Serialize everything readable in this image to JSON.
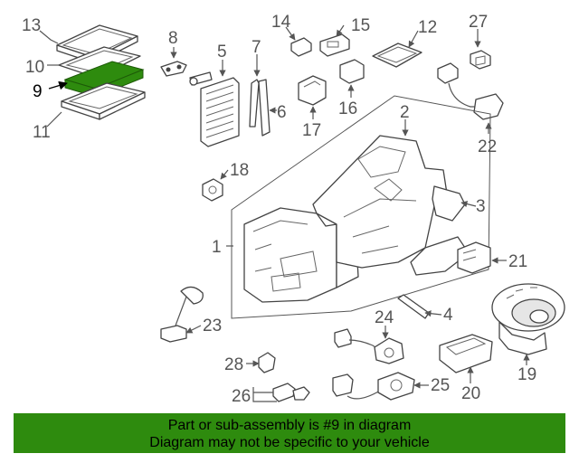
{
  "callouts": [
    "1",
    "2",
    "3",
    "4",
    "5",
    "6",
    "7",
    "8",
    "9",
    "10",
    "11",
    "12",
    "13",
    "14",
    "15",
    "16",
    "17",
    "18",
    "19",
    "20",
    "21",
    "22",
    "23",
    "24",
    "25",
    "26",
    "27",
    "28"
  ],
  "highlighted_part": "9",
  "colors": {
    "highlight": "#2e8b0e",
    "banner": "#2e8b0e",
    "line": "#444444"
  },
  "banner": {
    "line1": "Part or sub-assembly is #9 in diagram",
    "line2": "Diagram may not be specific to your vehicle"
  }
}
